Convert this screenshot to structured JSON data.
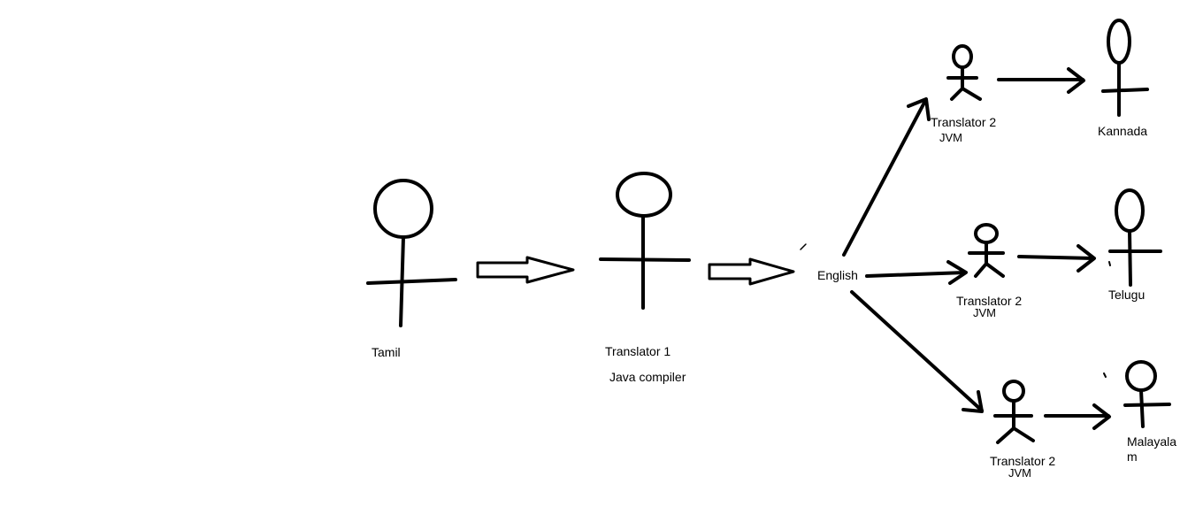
{
  "labels": {
    "tamil": "Tamil",
    "translator1": "Translator 1",
    "java_compiler": "Java compiler",
    "english": "English",
    "translator2_top": "Translator 2",
    "jvm_top": "JVM",
    "kannada": "Kannada",
    "translator2_mid": "Translator 2",
    "jvm_mid": "JVM",
    "telugu": "Telugu",
    "translator2_bot": "Translator 2",
    "jvm_bot": "JVM",
    "malayalam_1": "Malayala",
    "malayalam_2": "m"
  },
  "colors": {
    "stroke": "#000000",
    "background": "#ffffff"
  }
}
